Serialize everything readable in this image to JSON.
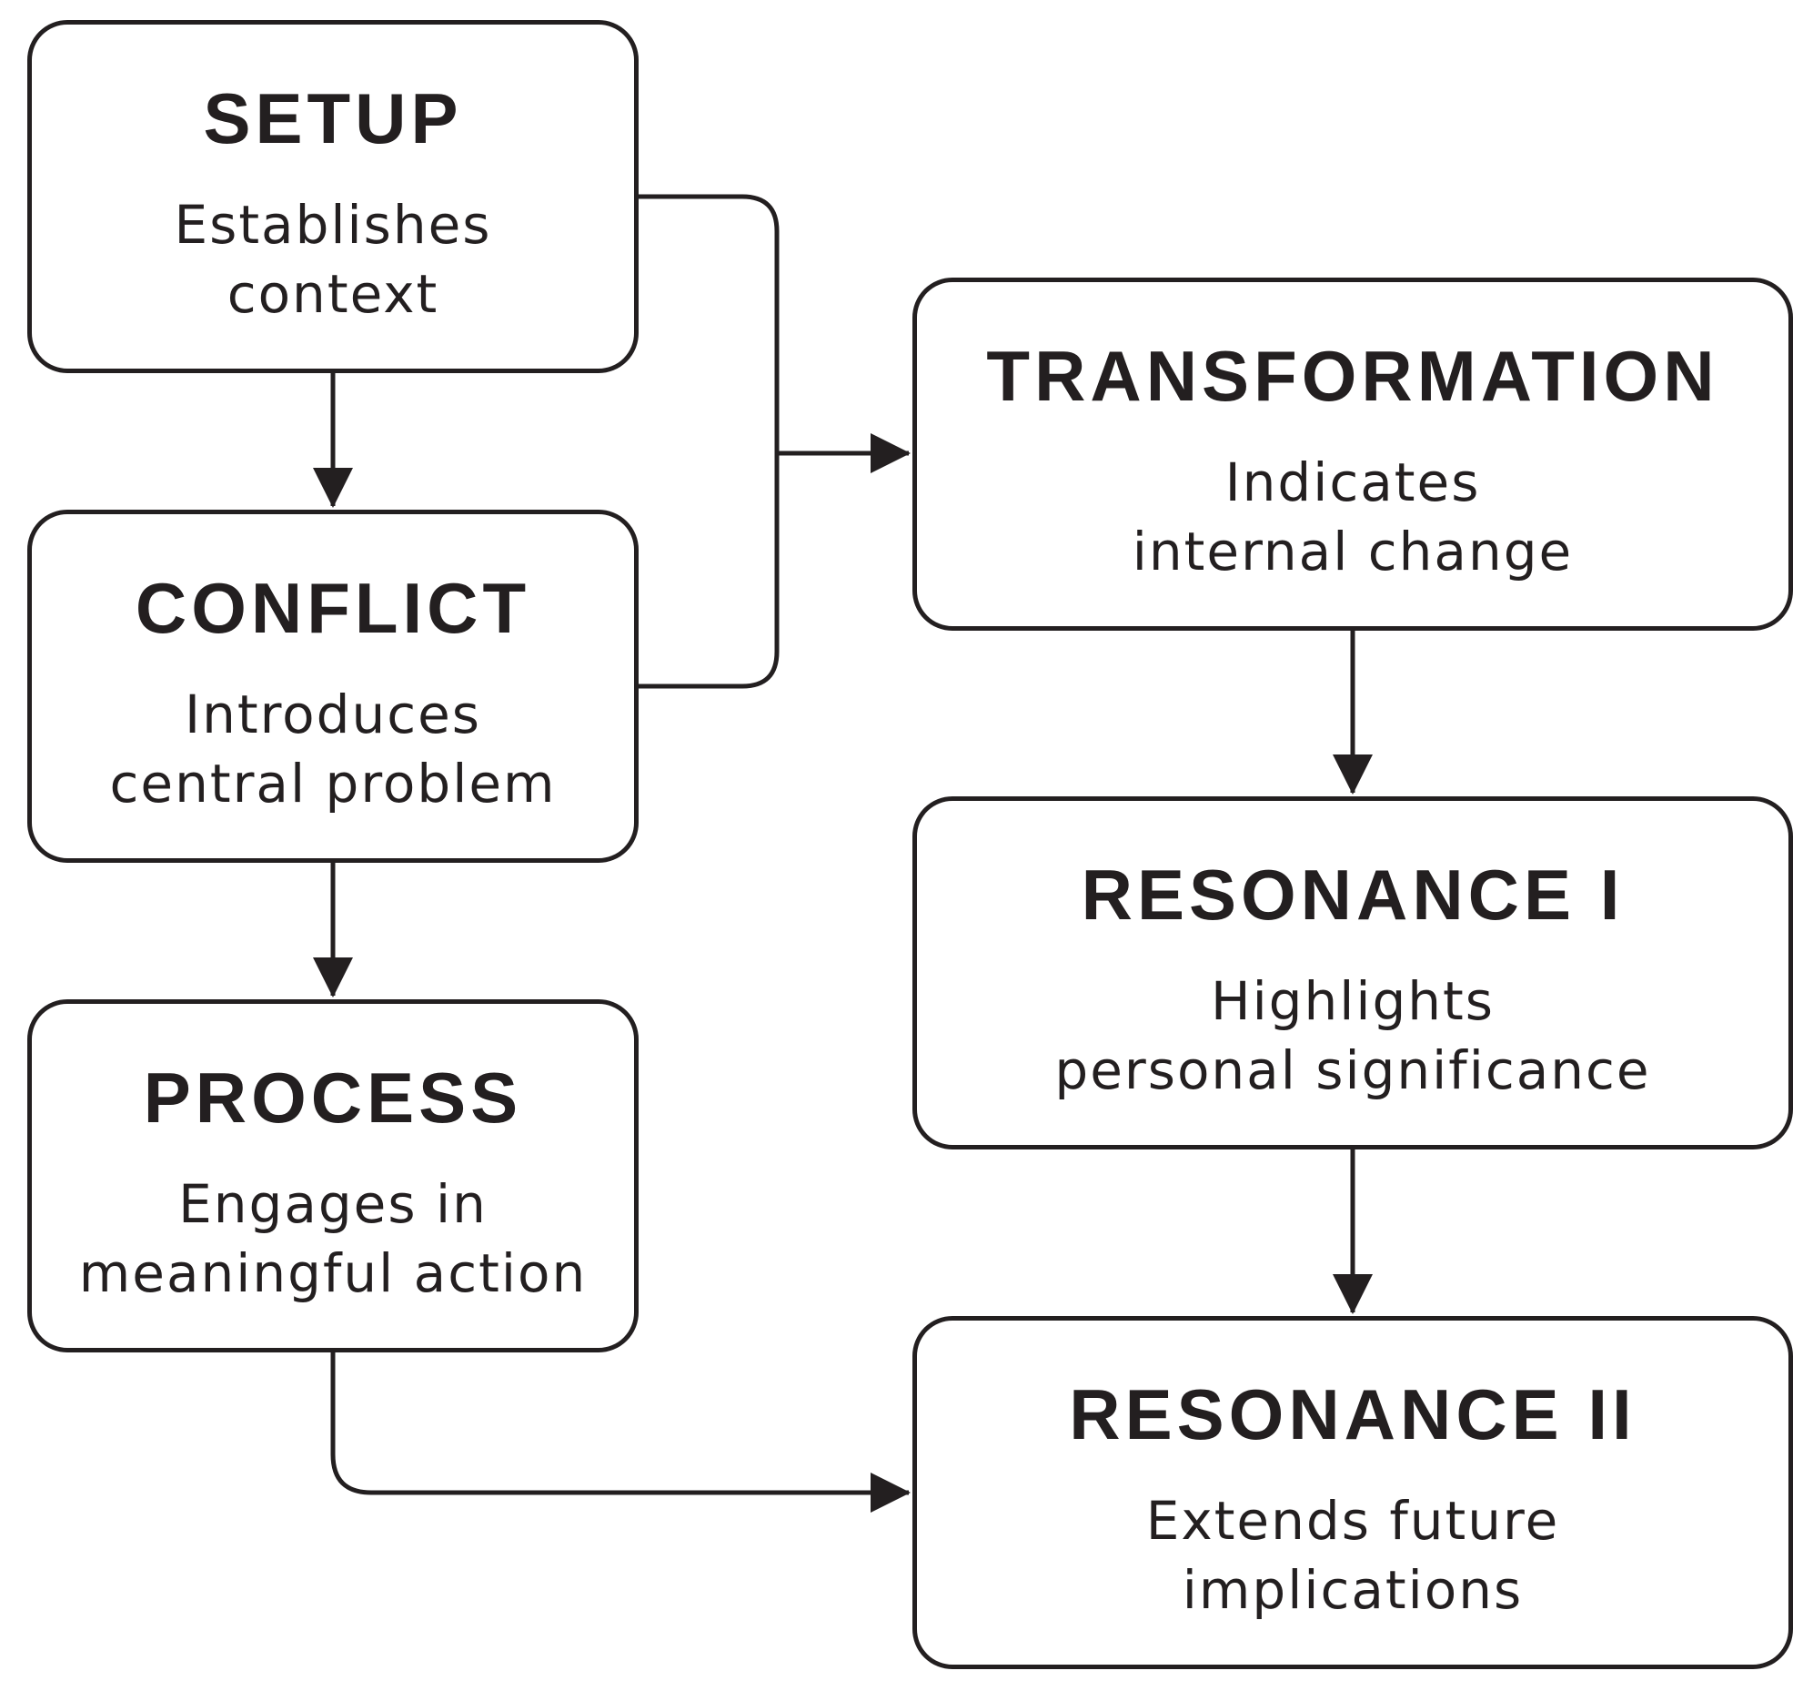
{
  "colors": {
    "stroke": "#231f20",
    "text": "#231f20",
    "background": "#ffffff"
  },
  "nodes": {
    "setup": {
      "title": "SETUP",
      "desc_line1": "Establishes",
      "desc_line2": "context"
    },
    "conflict": {
      "title": "CONFLICT",
      "desc_line1": "Introduces",
      "desc_line2": "central problem"
    },
    "process": {
      "title": "PROCESS",
      "desc_line1": "Engages in",
      "desc_line2": "meaningful action"
    },
    "transformation": {
      "title": "TRANSFORMATION",
      "desc_line1": "Indicates",
      "desc_line2": "internal change"
    },
    "resonance_1": {
      "title": "RESONANCE I",
      "desc_line1": "Highlights",
      "desc_line2": "personal significance"
    },
    "resonance_2": {
      "title": "RESONANCE II",
      "desc_line1": "Extends future",
      "desc_line2": "implications"
    }
  },
  "edges": [
    {
      "from": "SETUP",
      "to": "CONFLICT"
    },
    {
      "from": "CONFLICT",
      "to": "PROCESS"
    },
    {
      "from": "SETUP",
      "to": "TRANSFORMATION"
    },
    {
      "from": "CONFLICT",
      "to": "TRANSFORMATION"
    },
    {
      "from": "TRANSFORMATION",
      "to": "RESONANCE I"
    },
    {
      "from": "RESONANCE I",
      "to": "RESONANCE II"
    },
    {
      "from": "PROCESS",
      "to": "RESONANCE II"
    }
  ]
}
